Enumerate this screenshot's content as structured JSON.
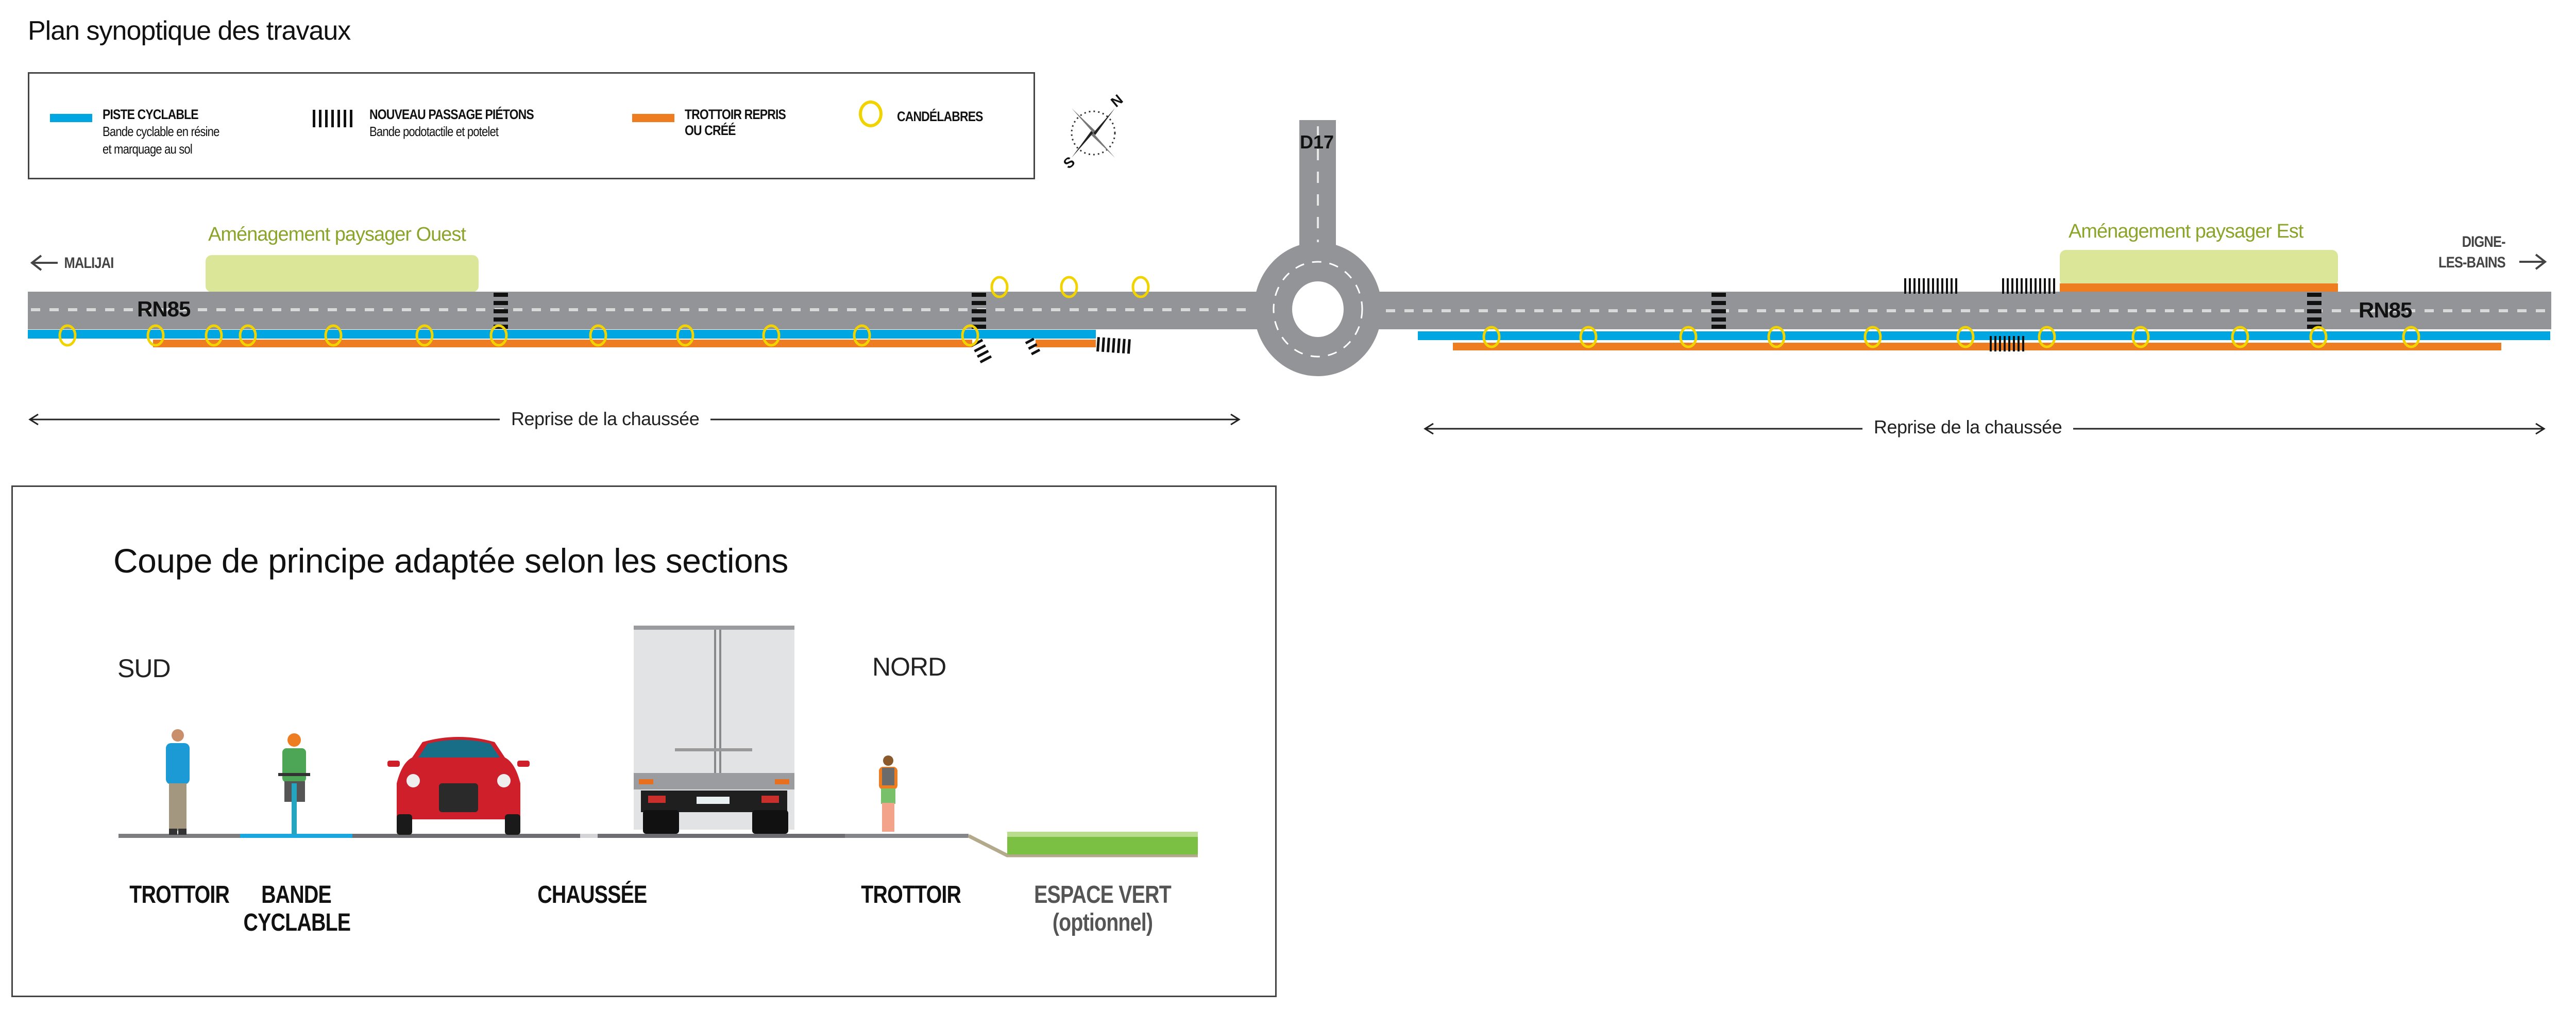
{
  "title": "Plan synoptique des travaux",
  "legend": {
    "items": [
      {
        "title": "PISTE CYCLABLE",
        "subtitle_lines": [
          "Bande cyclable en résine",
          "et marquage au sol"
        ],
        "symbol": "blue-line",
        "color": "#00a6e2"
      },
      {
        "title": "NOUVEAU PASSAGE PIÉTONS",
        "subtitle_lines": [
          "Bande podotactile et potelet"
        ],
        "symbol": "crosswalk-stripes",
        "color": "#111111"
      },
      {
        "title_lines": [
          "TROTTOIR REPRIS",
          "OU CRÉÉ"
        ],
        "symbol": "orange-line",
        "color": "#ee7d22"
      },
      {
        "title": "CANDÉLABRES",
        "symbol": "yellow-circle",
        "color": "#f1d300"
      }
    ]
  },
  "compass": {
    "north": "N",
    "south": "S"
  },
  "map": {
    "roads": {
      "main": "RN85",
      "branch": "D17"
    },
    "destinations": {
      "west": "MALIJAI",
      "east_lines": [
        "DIGNE-",
        "LES-BAINS"
      ]
    },
    "zones": {
      "west": "Aménagement paysager Ouest",
      "east": "Aménagement paysager Est"
    },
    "reprise": {
      "west": "Reprise de la chaussée",
      "east": "Reprise de la chaussée"
    },
    "colors": {
      "road": "#939498",
      "cycle": "#00a6e2",
      "sidewalk": "#ee7d22",
      "lamp": "#f1d300",
      "landscape": "#dbe699",
      "landscape_text": "#8aa52a"
    }
  },
  "section": {
    "title": "Coupe de principe adaptée selon les sections",
    "south": "SUD",
    "north": "NORD",
    "labels": {
      "trottoir_sud": "TROTTOIR",
      "bande_cyclable_lines": [
        "BANDE",
        "CYCLABLE"
      ],
      "chaussee": "CHAUSSÉE",
      "trottoir_nord": "TROTTOIR",
      "espace_vert_lines": [
        "ESPACE VERT",
        "(optionnel)"
      ]
    }
  }
}
